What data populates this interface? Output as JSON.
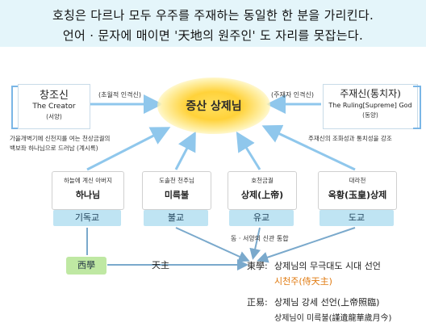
{
  "headline": {
    "line1": "호칭은 다르나 모두 우주를 주재하는 동일한 한 분을 가리킨다.",
    "line2": "언어 · 문자에 매이면 '天地의 원주인' 도 자리를 못잡는다."
  },
  "center": {
    "title": "증산 상제님"
  },
  "left_box": {
    "title": "창조신",
    "en": "The Creator",
    "region": "(서양)",
    "relation": "(초월적 인격신)",
    "desc1": "가을개벽기에 신천지를 여는 천상금궐의",
    "desc2": "백보좌 하나님으로 드러남 (계시록)"
  },
  "right_box": {
    "title": "주재신(통치자)",
    "en": "The Ruling[Supreme] God",
    "region": "(동양)",
    "relation": "(주재자 인격신)",
    "desc": "주재신의 조화성과 통치성을 강조"
  },
  "cards": [
    {
      "sub": "하늘에 계신 아버지",
      "title": "하나님",
      "religion": "기독교"
    },
    {
      "sub": "도솔천 천주님",
      "title": "미륵불",
      "religion": "불교"
    },
    {
      "sub": "호천금궐",
      "title": "상제(上帝)",
      "religion": "유교"
    },
    {
      "sub": "대라천",
      "title": "옥황(玉皇)상제",
      "religion": "도교"
    }
  ],
  "merge_label": "동 · 서양의 신관 통합",
  "seohak": "西學",
  "tianzhu": "天主",
  "donghak": {
    "label": "東學:",
    "line1": "상제님의 무극대도 시대 선언",
    "line2": "시천주(侍天主)"
  },
  "jeongyeok": {
    "label": "正易:",
    "line1": "상제님 강세 선언(上帝照臨)",
    "line2": "상제님이 미륵불(謹遺龍華歲月今)"
  },
  "colors": {
    "arrow": "#8fc7ec",
    "bracket": "#7ab6e6",
    "religion_bg": "#bfe4f3",
    "seohak_bg": "#bfe8a3",
    "headline_bg": "#e4f5fa",
    "accent_orange": "#e07a10"
  }
}
